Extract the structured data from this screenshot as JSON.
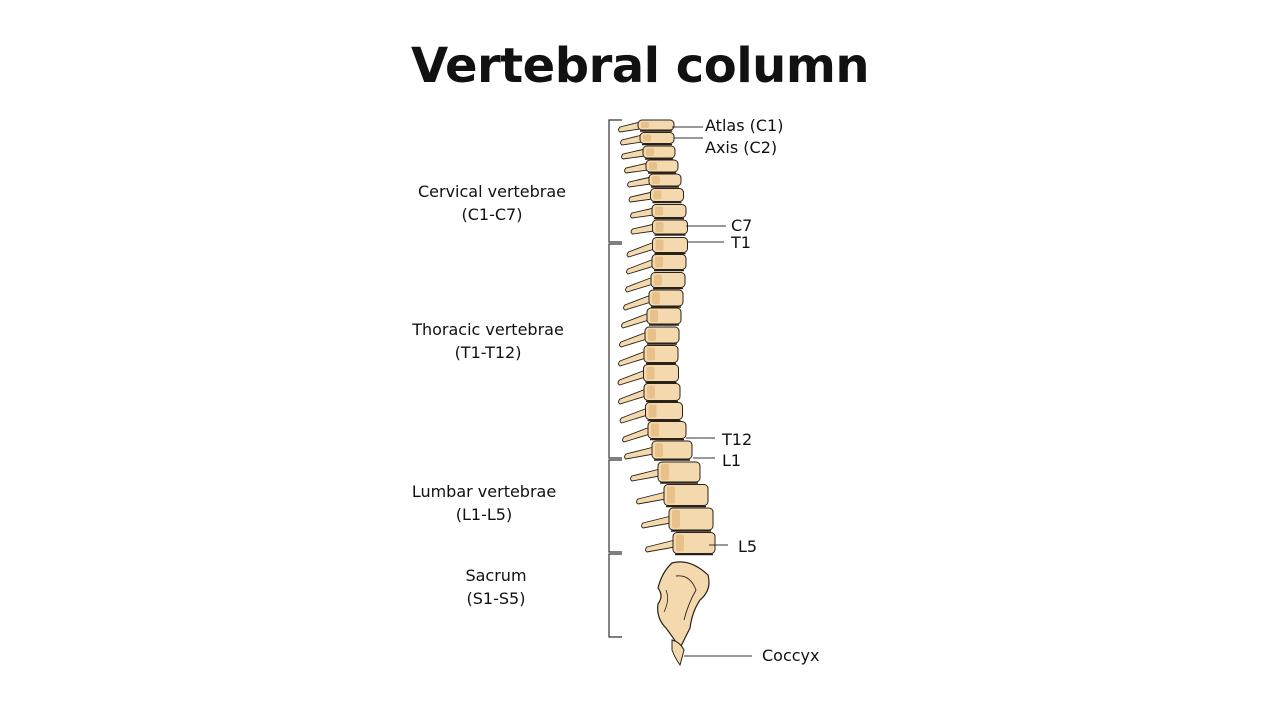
{
  "title": "Vertebral column",
  "regions": [
    {
      "name": "Cervical vertebrae",
      "range": "(C1-C7)"
    },
    {
      "name": "Thoracic vertebrae",
      "range": "(T1-T12)"
    },
    {
      "name": "Lumbar vertebrae",
      "range": "(L1-L5)"
    },
    {
      "name": "Sacrum",
      "range": "(S1-S5)"
    }
  ],
  "labels": {
    "atlas": "Atlas (C1)",
    "axis": "Axis (C2)",
    "c7": "C7",
    "t1": "T1",
    "t12": "T12",
    "l1": "L1",
    "l5": "L5",
    "coccyx": "Coccyx"
  },
  "colors": {
    "bone": "#f5d9ae",
    "bone_shade": "#e8c08a",
    "outline": "#2a2218",
    "line": "#333333"
  }
}
